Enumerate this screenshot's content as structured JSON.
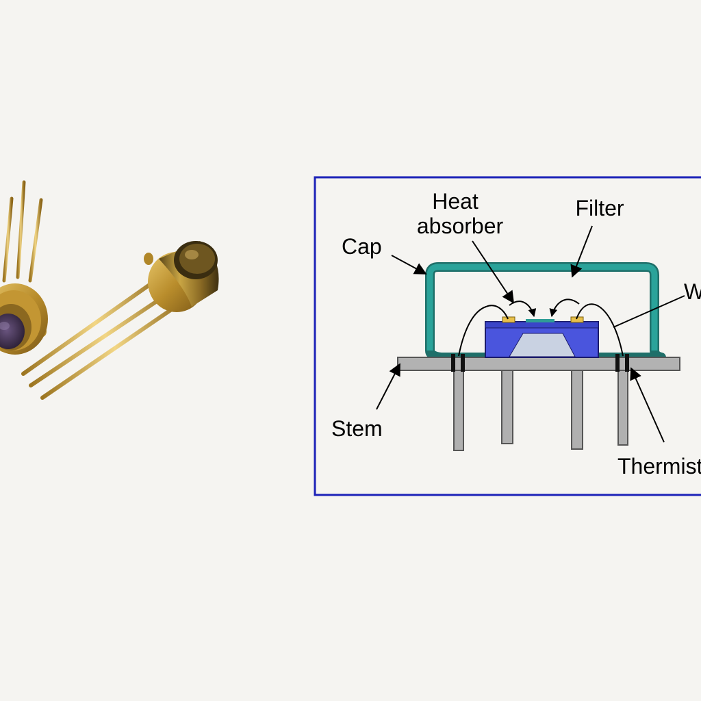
{
  "colors": {
    "background": "#f5f4f1",
    "frame": "#1c22b8",
    "cap": "#1e9088",
    "chip": "#4a55dd",
    "stem": "#aaaaaa",
    "gold": "#c9a03c"
  },
  "labels": {
    "heat_line1": "Heat",
    "heat_line2": "absorber",
    "filter": "Filter",
    "cap": "Cap",
    "wire": "Wire",
    "stem": "Stem",
    "thermistor": "Thermistor"
  },
  "icons": {
    "photo": "sensor-photo-icon"
  }
}
